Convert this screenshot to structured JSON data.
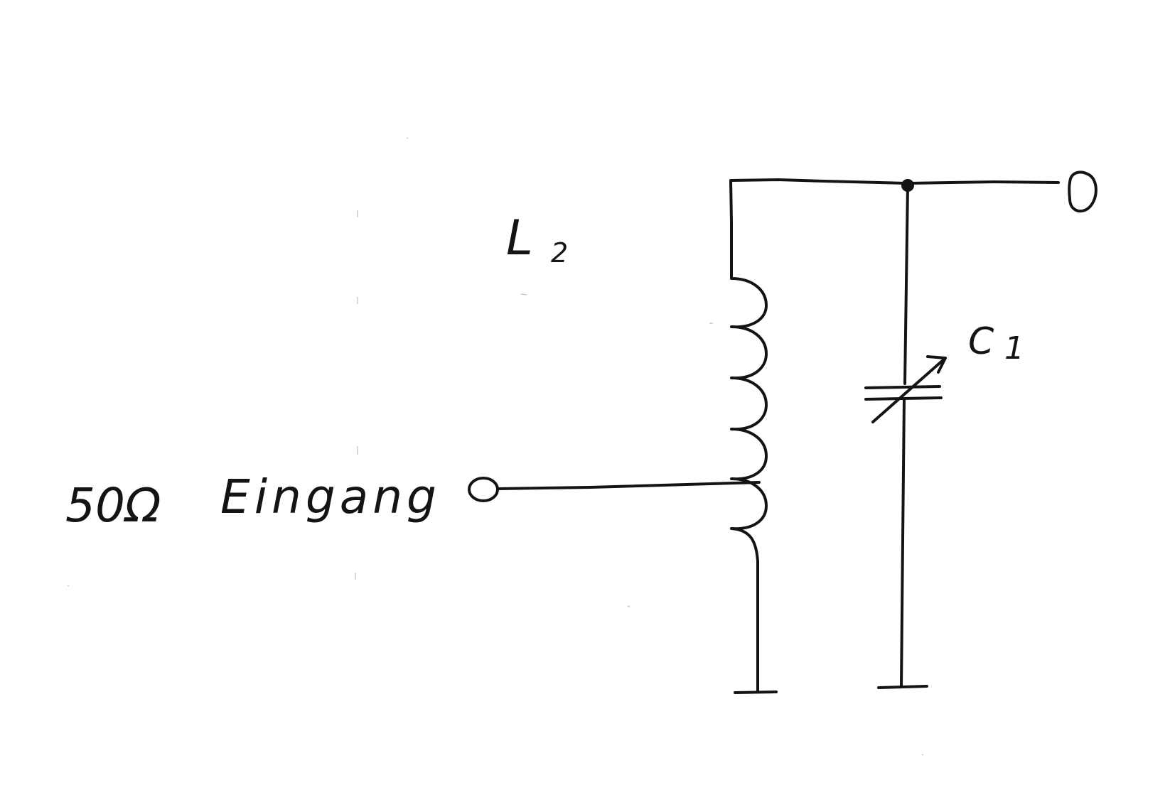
{
  "diagram": {
    "labels": {
      "inductor": "L",
      "inductor_index": "2",
      "capacitor": "C",
      "capacitor_index": "1",
      "input_impedance": "50Ω",
      "input_text": "Eingang"
    },
    "components": [
      {
        "id": "L2",
        "kind": "tapped-inductor"
      },
      {
        "id": "C1",
        "kind": "variable-capacitor"
      }
    ],
    "ink_color": "#141414",
    "background_color": "#ffffff"
  }
}
